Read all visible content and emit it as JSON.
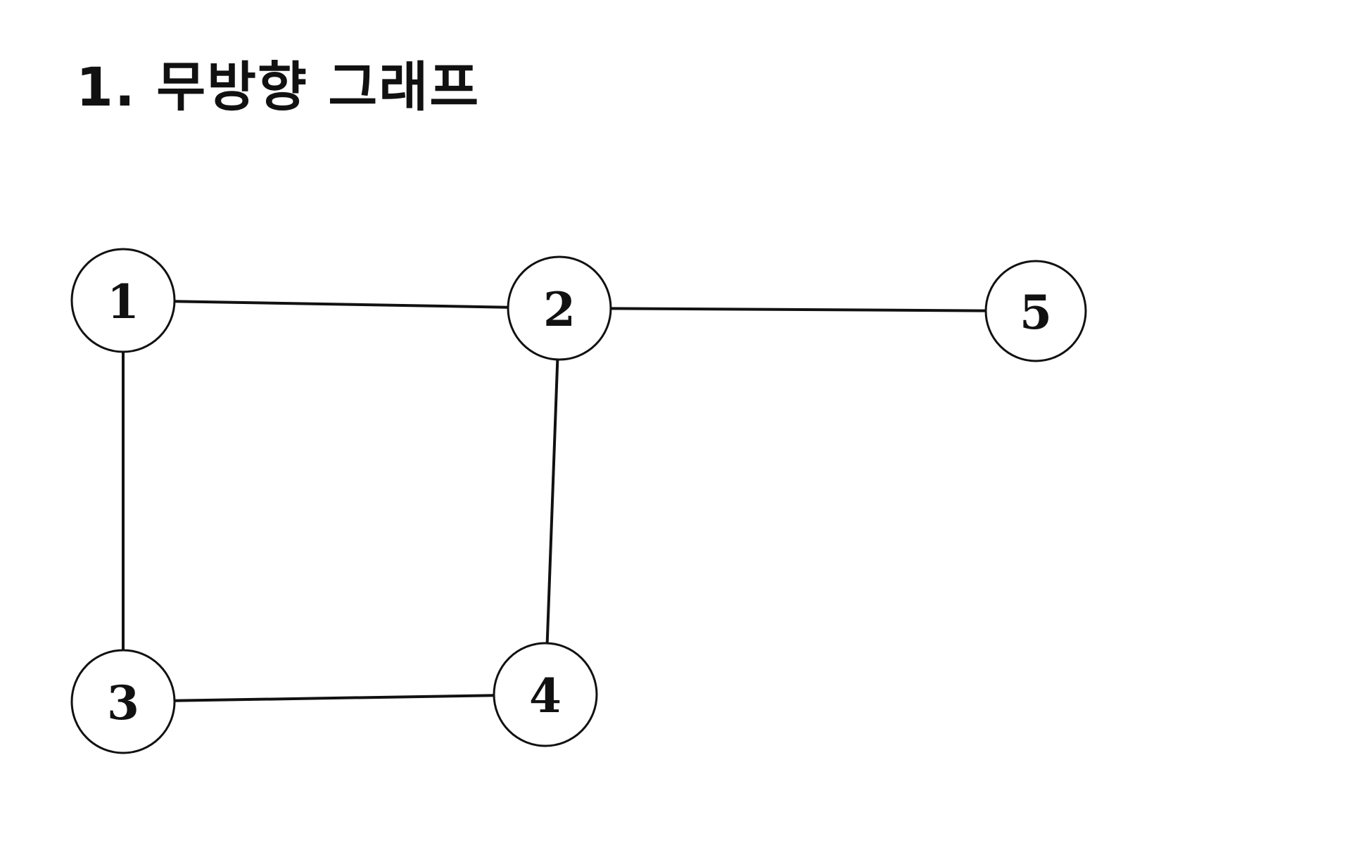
{
  "title": "1. 무방향 그래프",
  "nodes": [
    {
      "id": "1",
      "label": "1"
    },
    {
      "id": "2",
      "label": "2"
    },
    {
      "id": "3",
      "label": "3"
    },
    {
      "id": "4",
      "label": "4"
    },
    {
      "id": "5",
      "label": "5"
    }
  ],
  "edges": [
    {
      "from": "1",
      "to": "2"
    },
    {
      "from": "2",
      "to": "5"
    },
    {
      "from": "1",
      "to": "3"
    },
    {
      "from": "2",
      "to": "4"
    },
    {
      "from": "3",
      "to": "4"
    }
  ]
}
